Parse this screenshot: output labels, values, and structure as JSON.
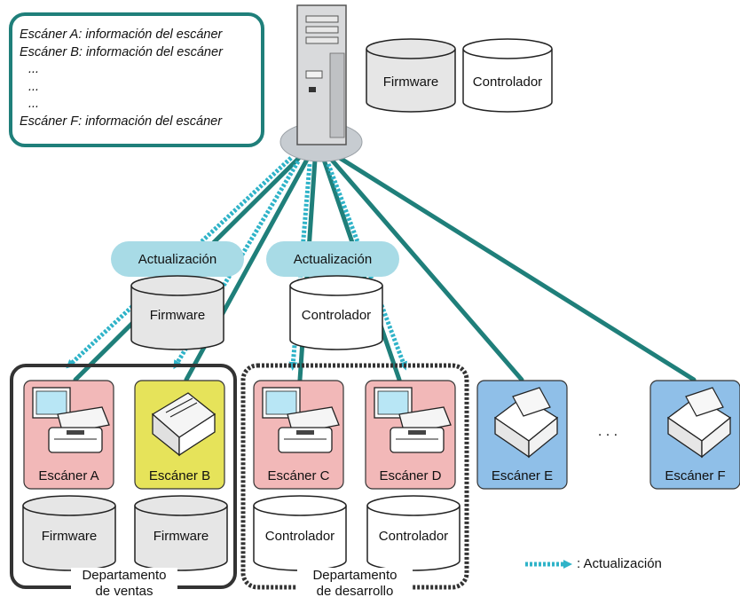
{
  "info_panel": {
    "lines": [
      "Escáner A: información del escáner",
      "Escáner B: información del escáner",
      "...",
      "...",
      "...",
      "Escáner F: información del escáner"
    ]
  },
  "server": {
    "firmware_label": "Firmware",
    "driver_label": "Controlador"
  },
  "updates": {
    "left_badge": "Actualización",
    "left_package": "Firmware",
    "right_badge": "Actualización",
    "right_package": "Controlador"
  },
  "scanners": [
    {
      "label": "Escáner A",
      "storage": "Firmware"
    },
    {
      "label": "Escáner B",
      "storage": "Firmware"
    },
    {
      "label": "Escáner C",
      "storage": "Controlador"
    },
    {
      "label": "Escáner D",
      "storage": "Controlador"
    },
    {
      "label": "Escáner E"
    },
    {
      "label": "Escáner F"
    }
  ],
  "ellipsis": ". . .",
  "groups": {
    "sales": [
      "Departamento",
      "de ventas"
    ],
    "development": [
      "Departamento",
      "de desarrollo"
    ]
  },
  "legend": {
    "label": ": Actualización"
  },
  "colors": {
    "teal": "#1f7f7a",
    "update_arrow": "#2fb3c8",
    "badge": "#a8dbe6",
    "pink": "#f2b8b8",
    "yellow": "#e6e35a",
    "blue": "#8fbfe8",
    "storage_gray": "#e6e6e6"
  }
}
